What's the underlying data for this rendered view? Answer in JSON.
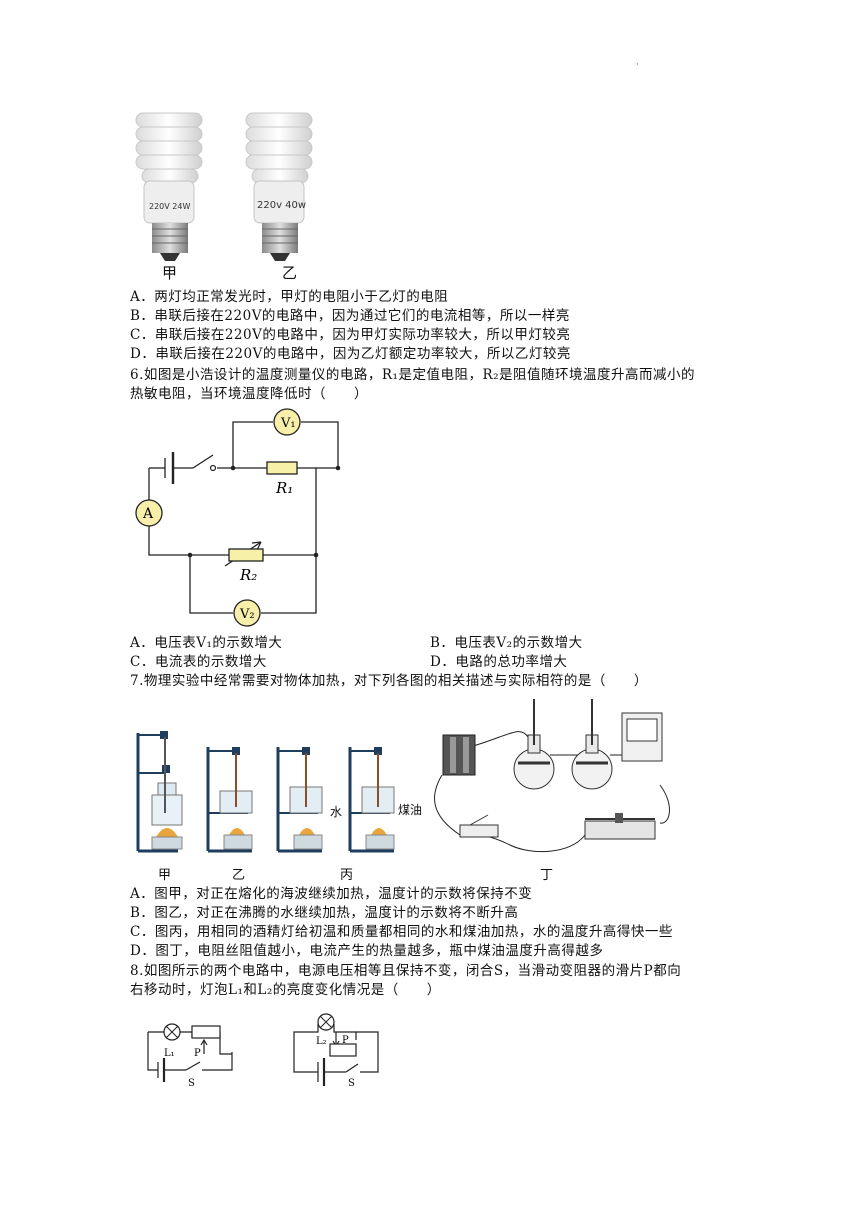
{
  "q5": {
    "bulb_a_rating": "220V 24W",
    "bulb_b_rating": "220v 40w",
    "bulb_a_label": "甲",
    "bulb_b_label": "乙",
    "options": [
      "A．两灯均正常发光时，甲灯的电阻小于乙灯的电阻",
      "B．串联后接在220V的电路中，因为通过它们的电流相等，所以一样亮",
      "C．串联后接在220V的电路中，因为甲灯实际功率较大，所以甲灯较亮",
      "D．串联后接在220V的电路中，因为乙灯额定功率较大，所以乙灯较亮"
    ]
  },
  "q6": {
    "stem_line1": "6.如图是小浩设计的温度测量仪的电路，R₁是定值电阻，R₂是阻值随环境温度升高而减小的",
    "stem_line2": "热敏电阻，当环境温度降低时（　　）",
    "circuit": {
      "ammeter": "A",
      "v1": "V₁",
      "v2": "V₂",
      "r1": "R₁",
      "r2": "R₂"
    },
    "options": [
      "A．电压表V₁的示数增大",
      "B．电压表V₂的示数增大",
      "C．电流表的示数增大",
      "D．电路的总功率增大"
    ]
  },
  "q7": {
    "stem": "7.物理实验中经常需要对物体加热，对下列各图的相关描述与实际相符的是（　　）",
    "labels": [
      "甲",
      "乙",
      "丙",
      "丁"
    ],
    "water": "水",
    "kerosene": "煤油",
    "options": [
      "A．图甲，对正在熔化的海波继续加热，温度计的示数将保持不变",
      "B．图乙，对正在沸腾的水继续加热，温度计的示数将不断升高",
      "C．图丙，用相同的酒精灯给初温和质量都相同的水和煤油加热，水的温度升高得快一些",
      "D．图丁，电阻丝阻值越小，电流产生的热量越多，瓶中煤油温度升高得越多"
    ]
  },
  "q8": {
    "stem_line1": "8.如图所示的两个电路中，电源电压相等且保持不变，闭合S，当滑动变阻器的滑片P都向",
    "stem_line2": "右移动时，灯泡L₁和L₂的亮度变化情况是（　　）",
    "c1": {
      "lamp": "L₁",
      "slider": "P",
      "switch": "S"
    },
    "c2": {
      "lamp": "L₂",
      "slider": "P",
      "switch": "S"
    }
  }
}
